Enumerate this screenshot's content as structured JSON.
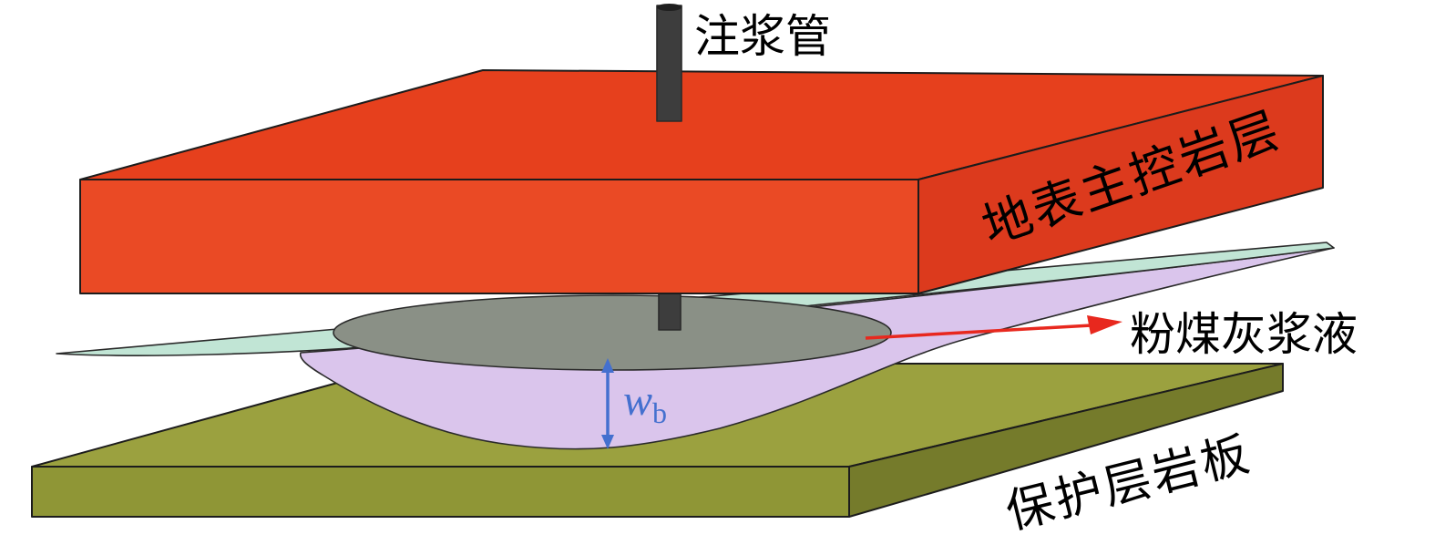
{
  "diagram": {
    "labels": {
      "grout_pipe": "注浆管",
      "surface_main_control_stratum": "地表主控岩层",
      "fly_ash_slurry": "粉煤灰浆液",
      "protective_layer_rock_slab": "保护层岩板",
      "basin_depth_var": "w",
      "basin_depth_sub": "b"
    },
    "colors": {
      "surface_slab_top": "#e6401d",
      "surface_slab_front": "#ea4a25",
      "surface_slab_side": "#dc3a1d",
      "protective_slab_top": "#9ba13f",
      "protective_slab_front": "#8f9636",
      "protective_slab_side": "#757b2b",
      "separation_sheet": "#c1e5d5",
      "deflection_basin": "#dac5ec",
      "slurry_fill": "#8a9086",
      "pipe": "#3d3d3d",
      "pipe_cap": "#1f1f1f",
      "pointer_arrow": "#e8281e",
      "dimension_arrow": "#4470cf"
    }
  }
}
